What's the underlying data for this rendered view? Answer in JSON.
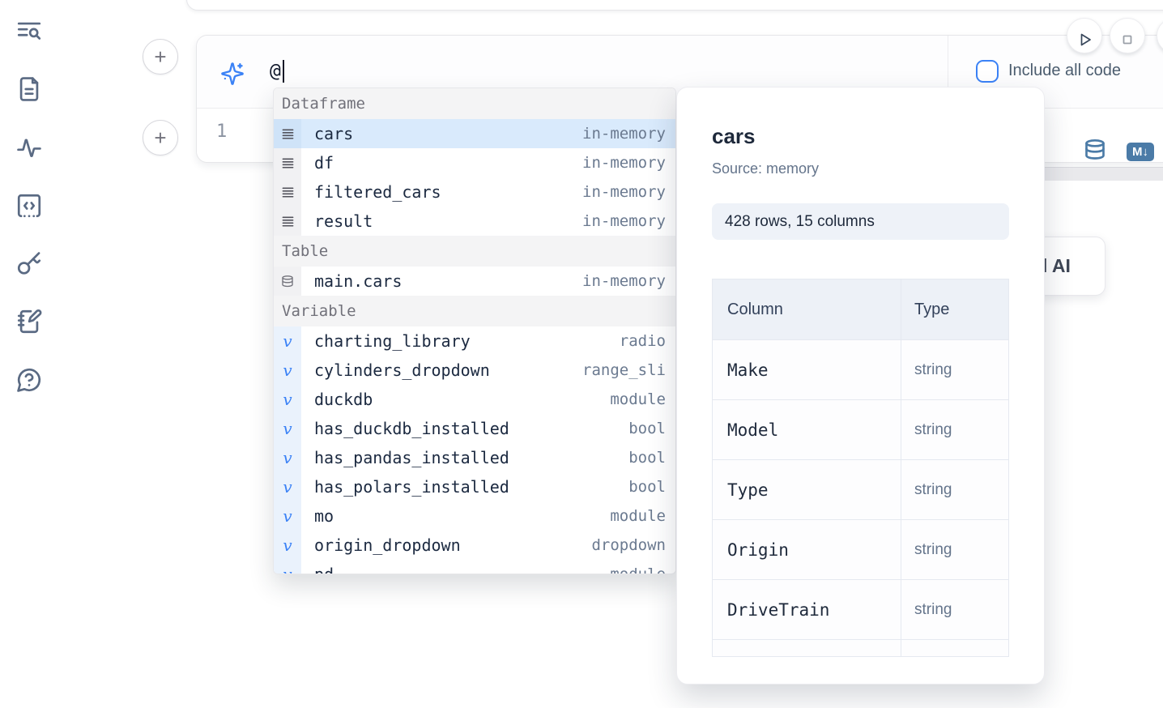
{
  "colors": {
    "accent_blue": "#3b82f6",
    "steel_blue": "#4b7ba7",
    "selection_blue": "#d9eafc",
    "sidebar_icon": "#5a6a83"
  },
  "sidebar": {
    "icons": [
      {
        "name": "list-search-icon"
      },
      {
        "name": "document-icon"
      },
      {
        "name": "activity-icon"
      },
      {
        "name": "snippets-code-icon"
      },
      {
        "name": "secrets-key-icon"
      },
      {
        "name": "scratchpad-icon"
      },
      {
        "name": "help-chat-icon"
      }
    ]
  },
  "cell": {
    "ai_prompt_value": "@",
    "include_all_code_label": "Include all code",
    "line_number": "1",
    "markdown_badge": "M↓",
    "language_icons": [
      "database-icon",
      "markdown-icon"
    ],
    "add_button_label": "+"
  },
  "autocomplete": {
    "sections": [
      {
        "label": "Dataframe",
        "icon": "dataframe-rows-icon",
        "items": [
          {
            "name": "cars",
            "type": "in-memory",
            "selected": true
          },
          {
            "name": "df",
            "type": "in-memory"
          },
          {
            "name": "filtered_cars",
            "type": "in-memory"
          },
          {
            "name": "result",
            "type": "in-memory"
          }
        ]
      },
      {
        "label": "Table",
        "icon": "database-icon",
        "items": [
          {
            "name": "main.cars",
            "type": "in-memory"
          }
        ]
      },
      {
        "label": "Variable",
        "icon": "variable-v-icon",
        "items": [
          {
            "name": "charting_library",
            "type": "radio"
          },
          {
            "name": "cylinders_dropdown",
            "type": "range_sli"
          },
          {
            "name": "duckdb",
            "type": "module"
          },
          {
            "name": "has_duckdb_installed",
            "type": "bool"
          },
          {
            "name": "has_pandas_installed",
            "type": "bool"
          },
          {
            "name": "has_polars_installed",
            "type": "bool"
          },
          {
            "name": "mo",
            "type": "module"
          },
          {
            "name": "origin_dropdown",
            "type": "dropdown"
          },
          {
            "name": "pd",
            "type": "module",
            "clipped": true
          }
        ]
      }
    ]
  },
  "preview": {
    "title": "cars",
    "source": "Source: memory",
    "shape_badge": "428 rows, 15 columns",
    "table": {
      "headers": [
        "Column",
        "Type"
      ],
      "rows": [
        [
          "Make",
          "string"
        ],
        [
          "Model",
          "string"
        ],
        [
          "Type",
          "string"
        ],
        [
          "Origin",
          "string"
        ],
        [
          "DriveTrain",
          "string"
        ]
      ],
      "partial_row_visible": true
    }
  },
  "fragments": {
    "ai_button_visible_text": "l AI"
  }
}
